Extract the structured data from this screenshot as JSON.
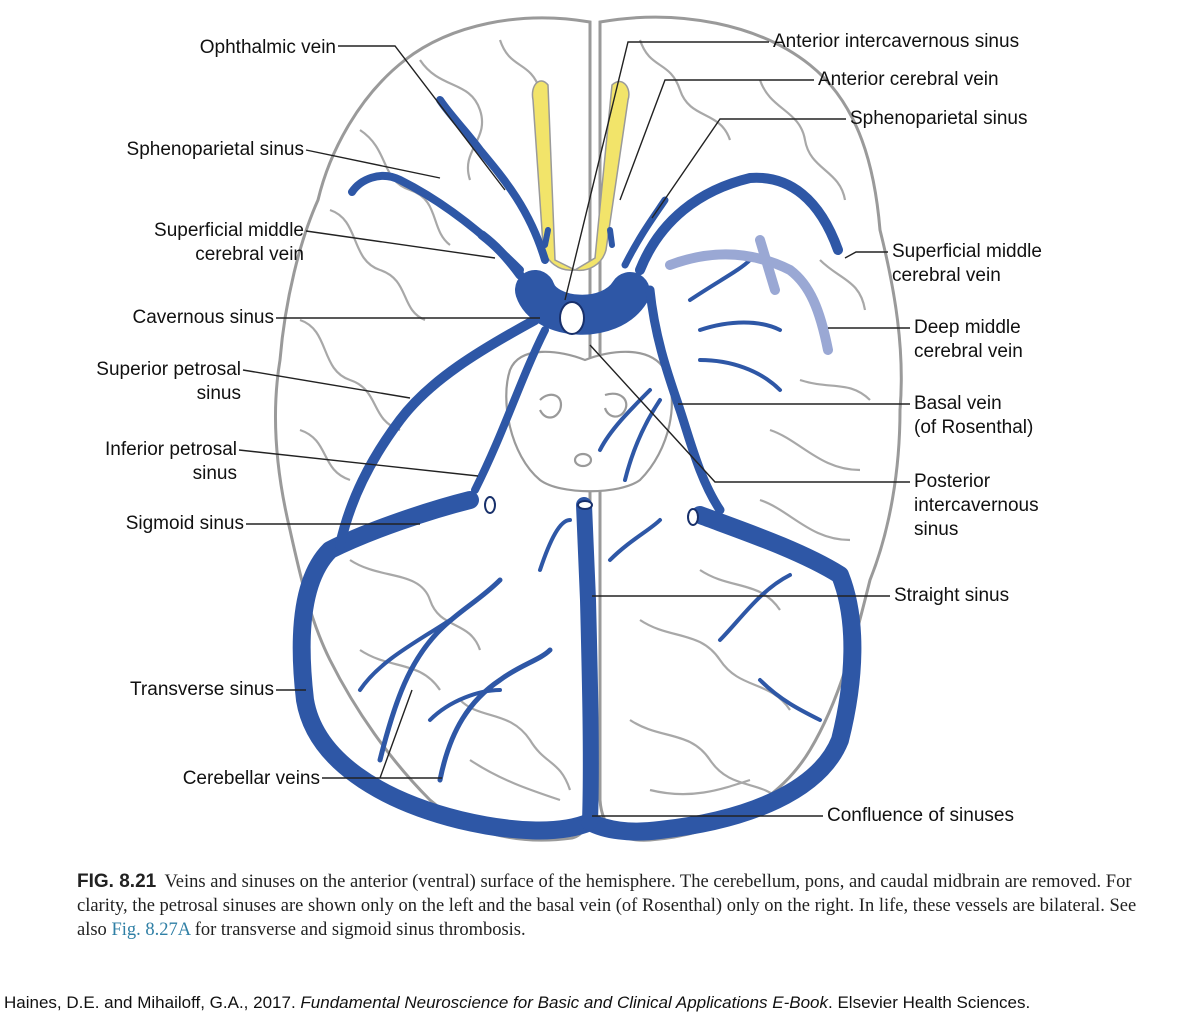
{
  "colors": {
    "vein": "#2e57a6",
    "vein_dark": "#18306b",
    "brain_outline": "#9a9a9a",
    "olfactory": "#f2e46a",
    "basal_vein_shadow": "#9aa8d4",
    "caption_link": "#2f7fa5"
  },
  "labels_left": [
    {
      "id": "ophthalmic-vein",
      "text": "Ophthalmic vein"
    },
    {
      "id": "sphenoparietal-sinus-left",
      "text": "Sphenoparietal sinus"
    },
    {
      "id": "superficial-middle-cerebral-vein-left",
      "line1": "Superficial middle",
      "line2": "cerebral vein"
    },
    {
      "id": "cavernous-sinus",
      "text": "Cavernous sinus"
    },
    {
      "id": "superior-petrosal-sinus",
      "line1": "Superior petrosal",
      "line2": "sinus"
    },
    {
      "id": "inferior-petrosal-sinus",
      "line1": "Inferior petrosal",
      "line2": "sinus"
    },
    {
      "id": "sigmoid-sinus",
      "text": "Sigmoid sinus"
    },
    {
      "id": "transverse-sinus",
      "text": "Transverse sinus"
    },
    {
      "id": "cerebellar-veins",
      "text": "Cerebellar veins"
    }
  ],
  "labels_right": [
    {
      "id": "anterior-intercavernous-sinus",
      "text": "Anterior intercavernous sinus"
    },
    {
      "id": "anterior-cerebral-vein",
      "text": "Anterior cerebral vein"
    },
    {
      "id": "sphenoparietal-sinus-right",
      "text": "Sphenoparietal sinus"
    },
    {
      "id": "superficial-middle-cerebral-vein-right",
      "line1": "Superficial middle",
      "line2": "cerebral vein"
    },
    {
      "id": "deep-middle-cerebral-vein",
      "line1": "Deep middle",
      "line2": "cerebral vein"
    },
    {
      "id": "basal-vein",
      "line1": "Basal vein",
      "line2": "(of Rosenthal)"
    },
    {
      "id": "posterior-intercavernous-sinus",
      "line1": "Posterior",
      "line2": "intercavernous",
      "line3": "sinus"
    },
    {
      "id": "straight-sinus",
      "text": "Straight sinus"
    },
    {
      "id": "confluence-of-sinuses",
      "text": "Confluence of sinuses"
    }
  ],
  "caption": {
    "fig_no": "FIG. 8.21",
    "text_before_link": "Veins and sinuses on the anterior (ventral) surface of the hemisphere. The cerebellum, pons, and caudal midbrain are removed. For clarity, the petrosal sinuses are shown only on the left and the basal vein (of Rosenthal) only on the right. In life, these vessels are bilateral. See also",
    "link_text": "Fig. 8.27A",
    "text_after_link": "for transverse and sigmoid sinus thrombosis."
  },
  "citation": {
    "authors": "Haines, D.E. and Mihailoff, G.A., 2017.",
    "title": "Fundamental Neuroscience for Basic and Clinical Applications E-Book",
    "publisher": ". Elsevier Health Sciences."
  }
}
